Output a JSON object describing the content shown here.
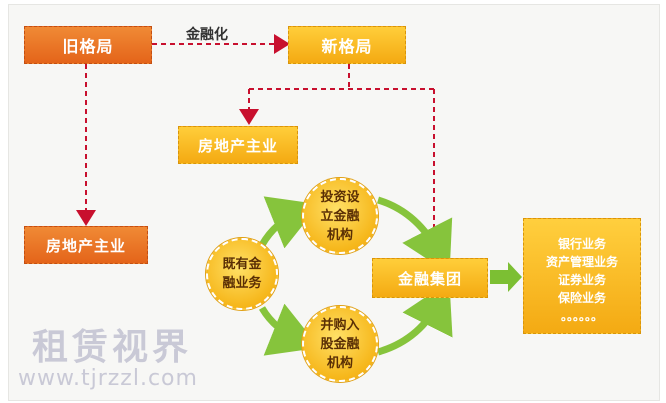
{
  "nodes": {
    "old_pattern": "旧格局",
    "new_pattern": "新格局",
    "real_estate_top": "房地产主业",
    "real_estate_bottom": "房地产主业",
    "financial_group": "金融集团",
    "existing_finance": "既有金\n融业务",
    "invest_new": "投资设\n立金融\n机构",
    "acquire": "并购入\n股金融\n机构"
  },
  "edge_label": "金融化",
  "services": [
    "银行业务",
    "资产管理业务",
    "证券业务",
    "保险业务",
    "。。。。。。"
  ],
  "watermark": {
    "title": "租赁视界",
    "url": "www.tjrzzl.com"
  },
  "colors": {
    "orange": "#e4641a",
    "gold": "#f4aa12",
    "arrow_red": "#c8102e",
    "arrow_green": "#7cbf33"
  }
}
